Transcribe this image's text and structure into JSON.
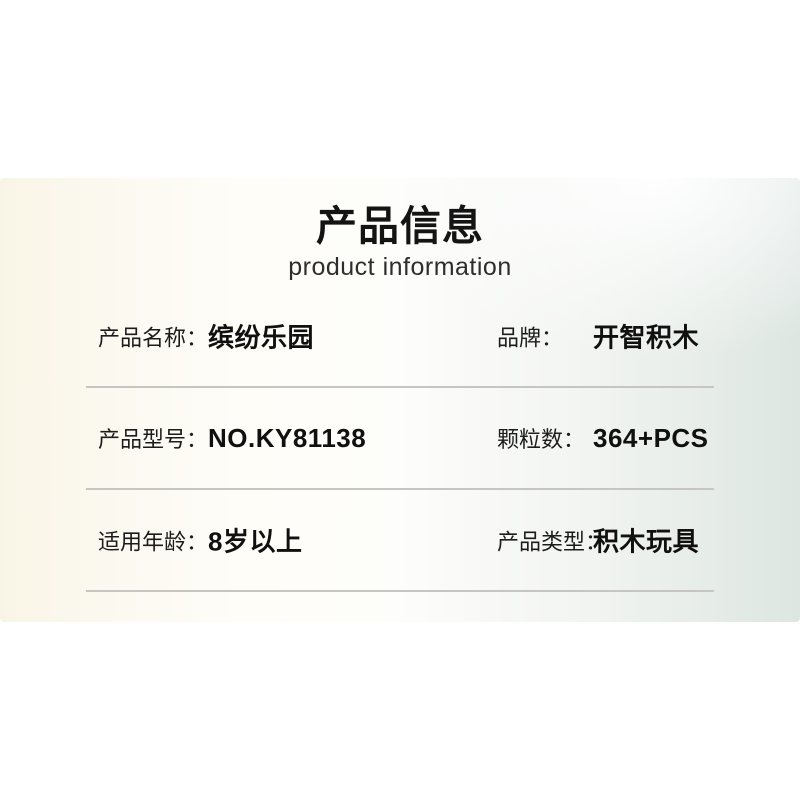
{
  "card": {
    "title": "产品信息",
    "subtitle": "product information",
    "colors": {
      "left_edge": "#f9f5e6",
      "center": "#fefdf8",
      "right_edge": "#dde6e2",
      "divider": "#c6c5c1",
      "title_text": "#141414",
      "page_background": "#ffffff"
    }
  },
  "specs": {
    "rows": [
      {
        "left": {
          "label": "产品名称：",
          "value": "缤纷乐园"
        },
        "right": {
          "label": "品牌：",
          "value": "开智积木"
        }
      },
      {
        "left": {
          "label": "产品型号：",
          "value": "NO.KY81138"
        },
        "right": {
          "label": "颗粒数：",
          "value": "364+PCS"
        }
      },
      {
        "left": {
          "label": "适用年龄：",
          "value": "8岁以上"
        },
        "right": {
          "label": "产品类型：",
          "value": "积木玩具"
        }
      }
    ]
  }
}
